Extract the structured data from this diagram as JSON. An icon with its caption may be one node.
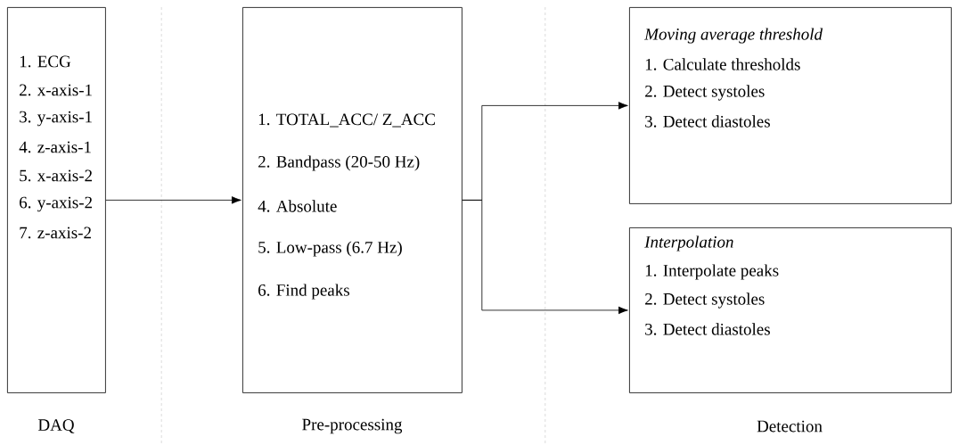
{
  "diagram": {
    "nodes": [
      {
        "text": [
          "1. ECG",
          "2. x-axis-1",
          "3. y-axis-1",
          "4. z-axis-1",
          "5. x-axis-2",
          "6. y-axis-2",
          "7. z-axis-2"
        ],
        "beside": [
          "DAQ"
        ]
      },
      {
        "text": [
          "1. TOTAL_ACC/ Z_ACC",
          "2. Bandpass (20-50 Hz)",
          "4. Absolute",
          "5. Low-pass (6.7 Hz)",
          "6. Find peaks"
        ],
        "beside": [
          "Pre-processing"
        ]
      },
      {
        "text": [
          "Moving average threshold",
          "1. Calculate thresholds",
          "2. Detect systoles",
          "3. Detect diastoles"
        ]
      },
      {
        "text": [
          "Interpolation",
          "1. Interpolate peaks",
          "2. Detect systoles",
          "3. Detect diastoles"
        ]
      }
    ],
    "edges": [
      {
        "from": 0,
        "to": 1,
        "arrow": "to"
      },
      {
        "from": 1,
        "to": 2,
        "arrow": "to"
      },
      {
        "from": 1,
        "to": 3,
        "arrow": "to"
      }
    ],
    "labels": [
      "Detection"
    ]
  }
}
